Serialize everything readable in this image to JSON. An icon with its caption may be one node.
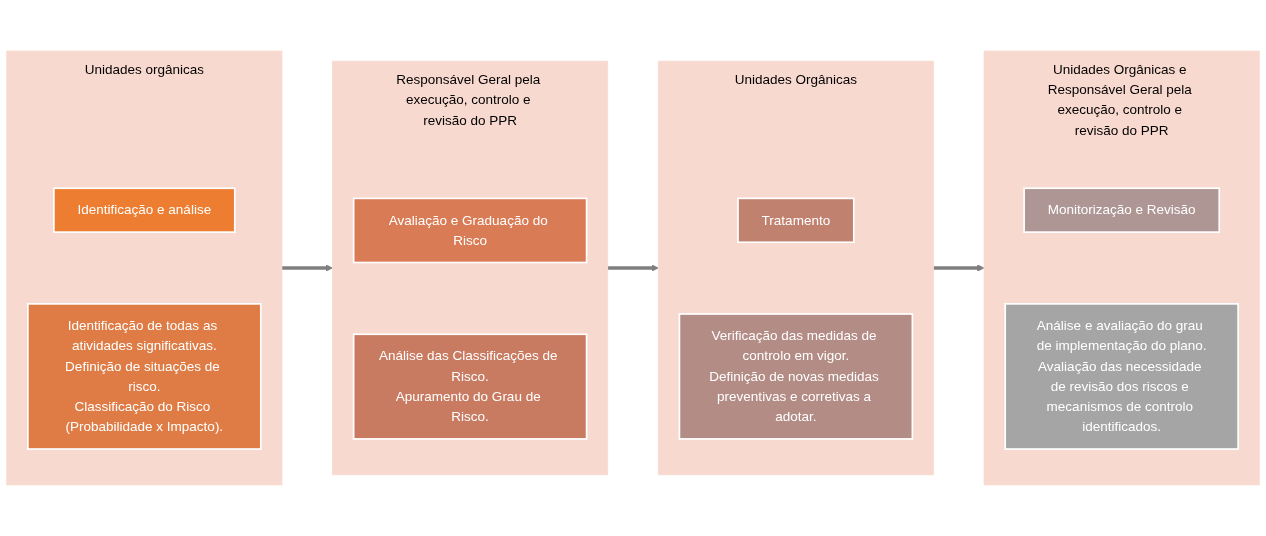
{
  "diagram": {
    "nodes": [
      {
        "text": [
          "Unidades orgânicas"
        ]
      },
      {
        "text": [
          "Identificação e análise"
        ],
        "in": 0
      },
      {
        "text": [
          "Identificação de todas as atividades significativas.",
          "Definição de situações de risco.",
          "Classificação do Risco (Probabilidade x Impacto)."
        ],
        "in": 0
      },
      {
        "text": [
          "Responsável Geral pela execução, controlo e revisão do PPR"
        ]
      },
      {
        "text": [
          "Avaliação e Graduação do Risco"
        ],
        "in": 3
      },
      {
        "text": [
          "Análise das Classificações de Risco.",
          "Apuramento do Grau de Risco."
        ],
        "in": 3
      },
      {
        "text": [
          "Unidades Orgânicas"
        ]
      },
      {
        "text": [
          "Tratamento"
        ],
        "in": 6
      },
      {
        "text": [
          "Verificação das medidas de controlo em vigor.",
          "Definição de novas medidas preventivas e corretivas a adotar."
        ],
        "in": 6
      },
      {
        "text": [
          "Unidades Orgânicas e Responsável Geral pela execução, controlo e revisão do PPR"
        ]
      },
      {
        "text": [
          "Monitorização e Revisão"
        ],
        "in": 9
      },
      {
        "text": [
          "Análise e avaliação do grau de implementação do plano.",
          "Avaliação das necessidade de revisão dos riscos e mecanismos de controlo identificados."
        ],
        "in": 9
      }
    ],
    "edges": [
      {
        "from": 0,
        "to": 3,
        "arrow": "to"
      },
      {
        "from": 3,
        "to": 6,
        "arrow": "to"
      },
      {
        "from": 6,
        "to": 9,
        "arrow": "to"
      }
    ]
  }
}
